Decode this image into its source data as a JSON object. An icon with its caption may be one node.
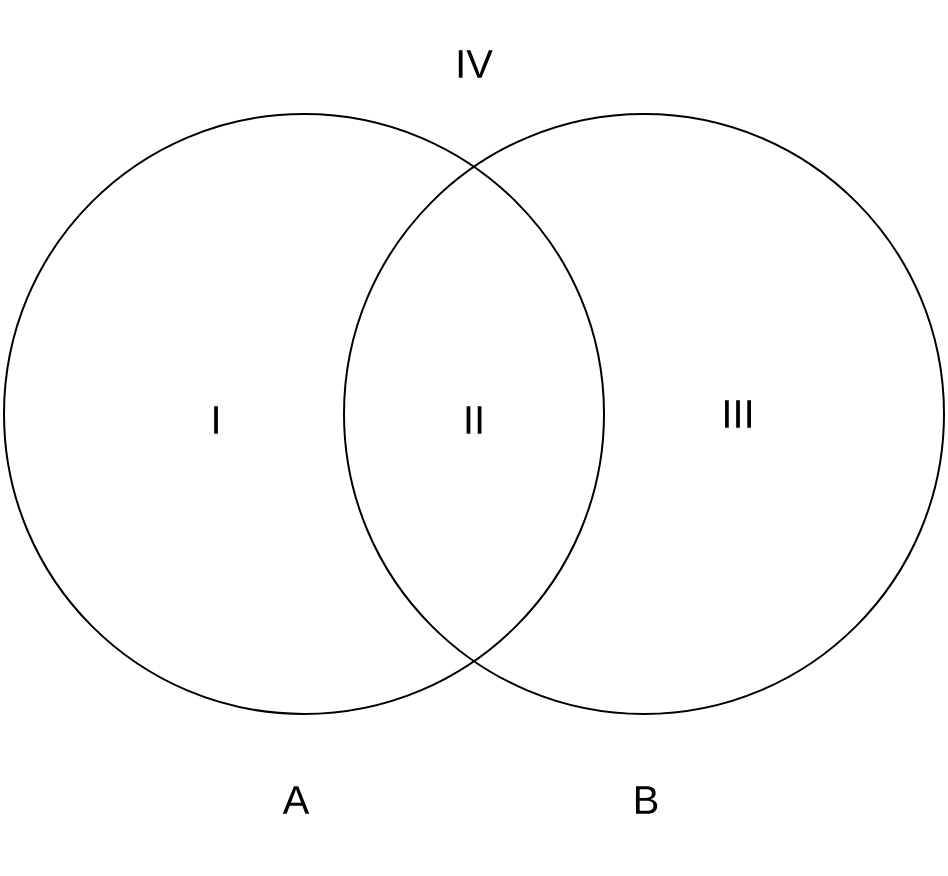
{
  "diagram": {
    "nodes": [
      {
        "text": [
          "I"
        ],
        "beside": [
          "A"
        ]
      },
      {
        "text": [
          "III"
        ],
        "beside": [
          "B"
        ]
      }
    ],
    "labels": [
      "IV",
      "II"
    ]
  }
}
